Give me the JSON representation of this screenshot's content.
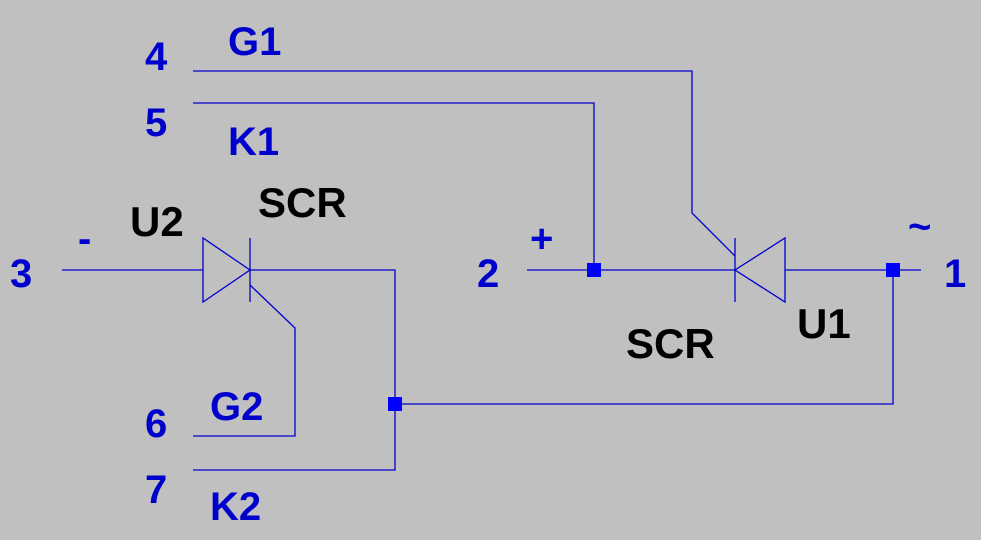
{
  "colors": {
    "background": "#c0c0c0",
    "wire": "#0000cc",
    "junction": "#0000ff",
    "pin_label": "#0000cc",
    "component_label": "#000000"
  },
  "pins": {
    "p1": "1",
    "p2": "2",
    "p3": "3",
    "p4": "4",
    "p5": "5",
    "p6": "6",
    "p7": "7"
  },
  "nets": {
    "g1": "G1",
    "k1": "K1",
    "g2": "G2",
    "k2": "K2",
    "plus": "+",
    "minus": "-",
    "tilde": "~"
  },
  "components": {
    "u1": {
      "ref": "U1",
      "type": "SCR"
    },
    "u2": {
      "ref": "U2",
      "type": "SCR"
    }
  }
}
